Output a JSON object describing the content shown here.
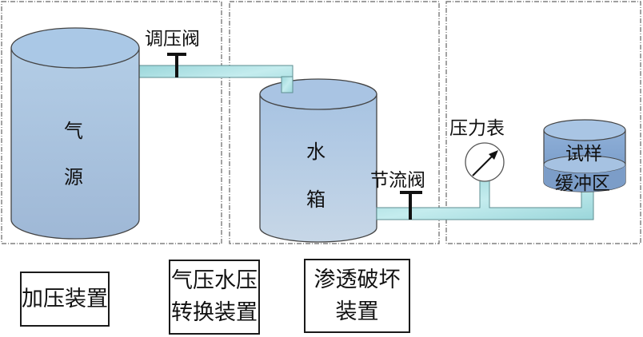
{
  "components": {
    "gas_source": {
      "label_line1": "气",
      "label_line2": "源"
    },
    "pressure_valve": {
      "label": "调压阀"
    },
    "water_tank": {
      "label_line1": "水",
      "label_line2": "箱"
    },
    "throttle_valve": {
      "label": "节流阀"
    },
    "pressure_gauge": {
      "label": "压力表"
    },
    "sample_chamber": {
      "label_top": "试样",
      "label_bottom": "缓冲区"
    }
  },
  "sections": [
    {
      "lines": [
        "加压装置"
      ]
    },
    {
      "lines": [
        "气压水压",
        "转换装置"
      ]
    },
    {
      "lines": [
        "渗透破坏",
        "装置"
      ]
    }
  ],
  "colors": {
    "tank_fill": "#a9c3df",
    "pipe_fill": "#a8dde0",
    "outline": "#333333",
    "dash_border": "#666666"
  }
}
